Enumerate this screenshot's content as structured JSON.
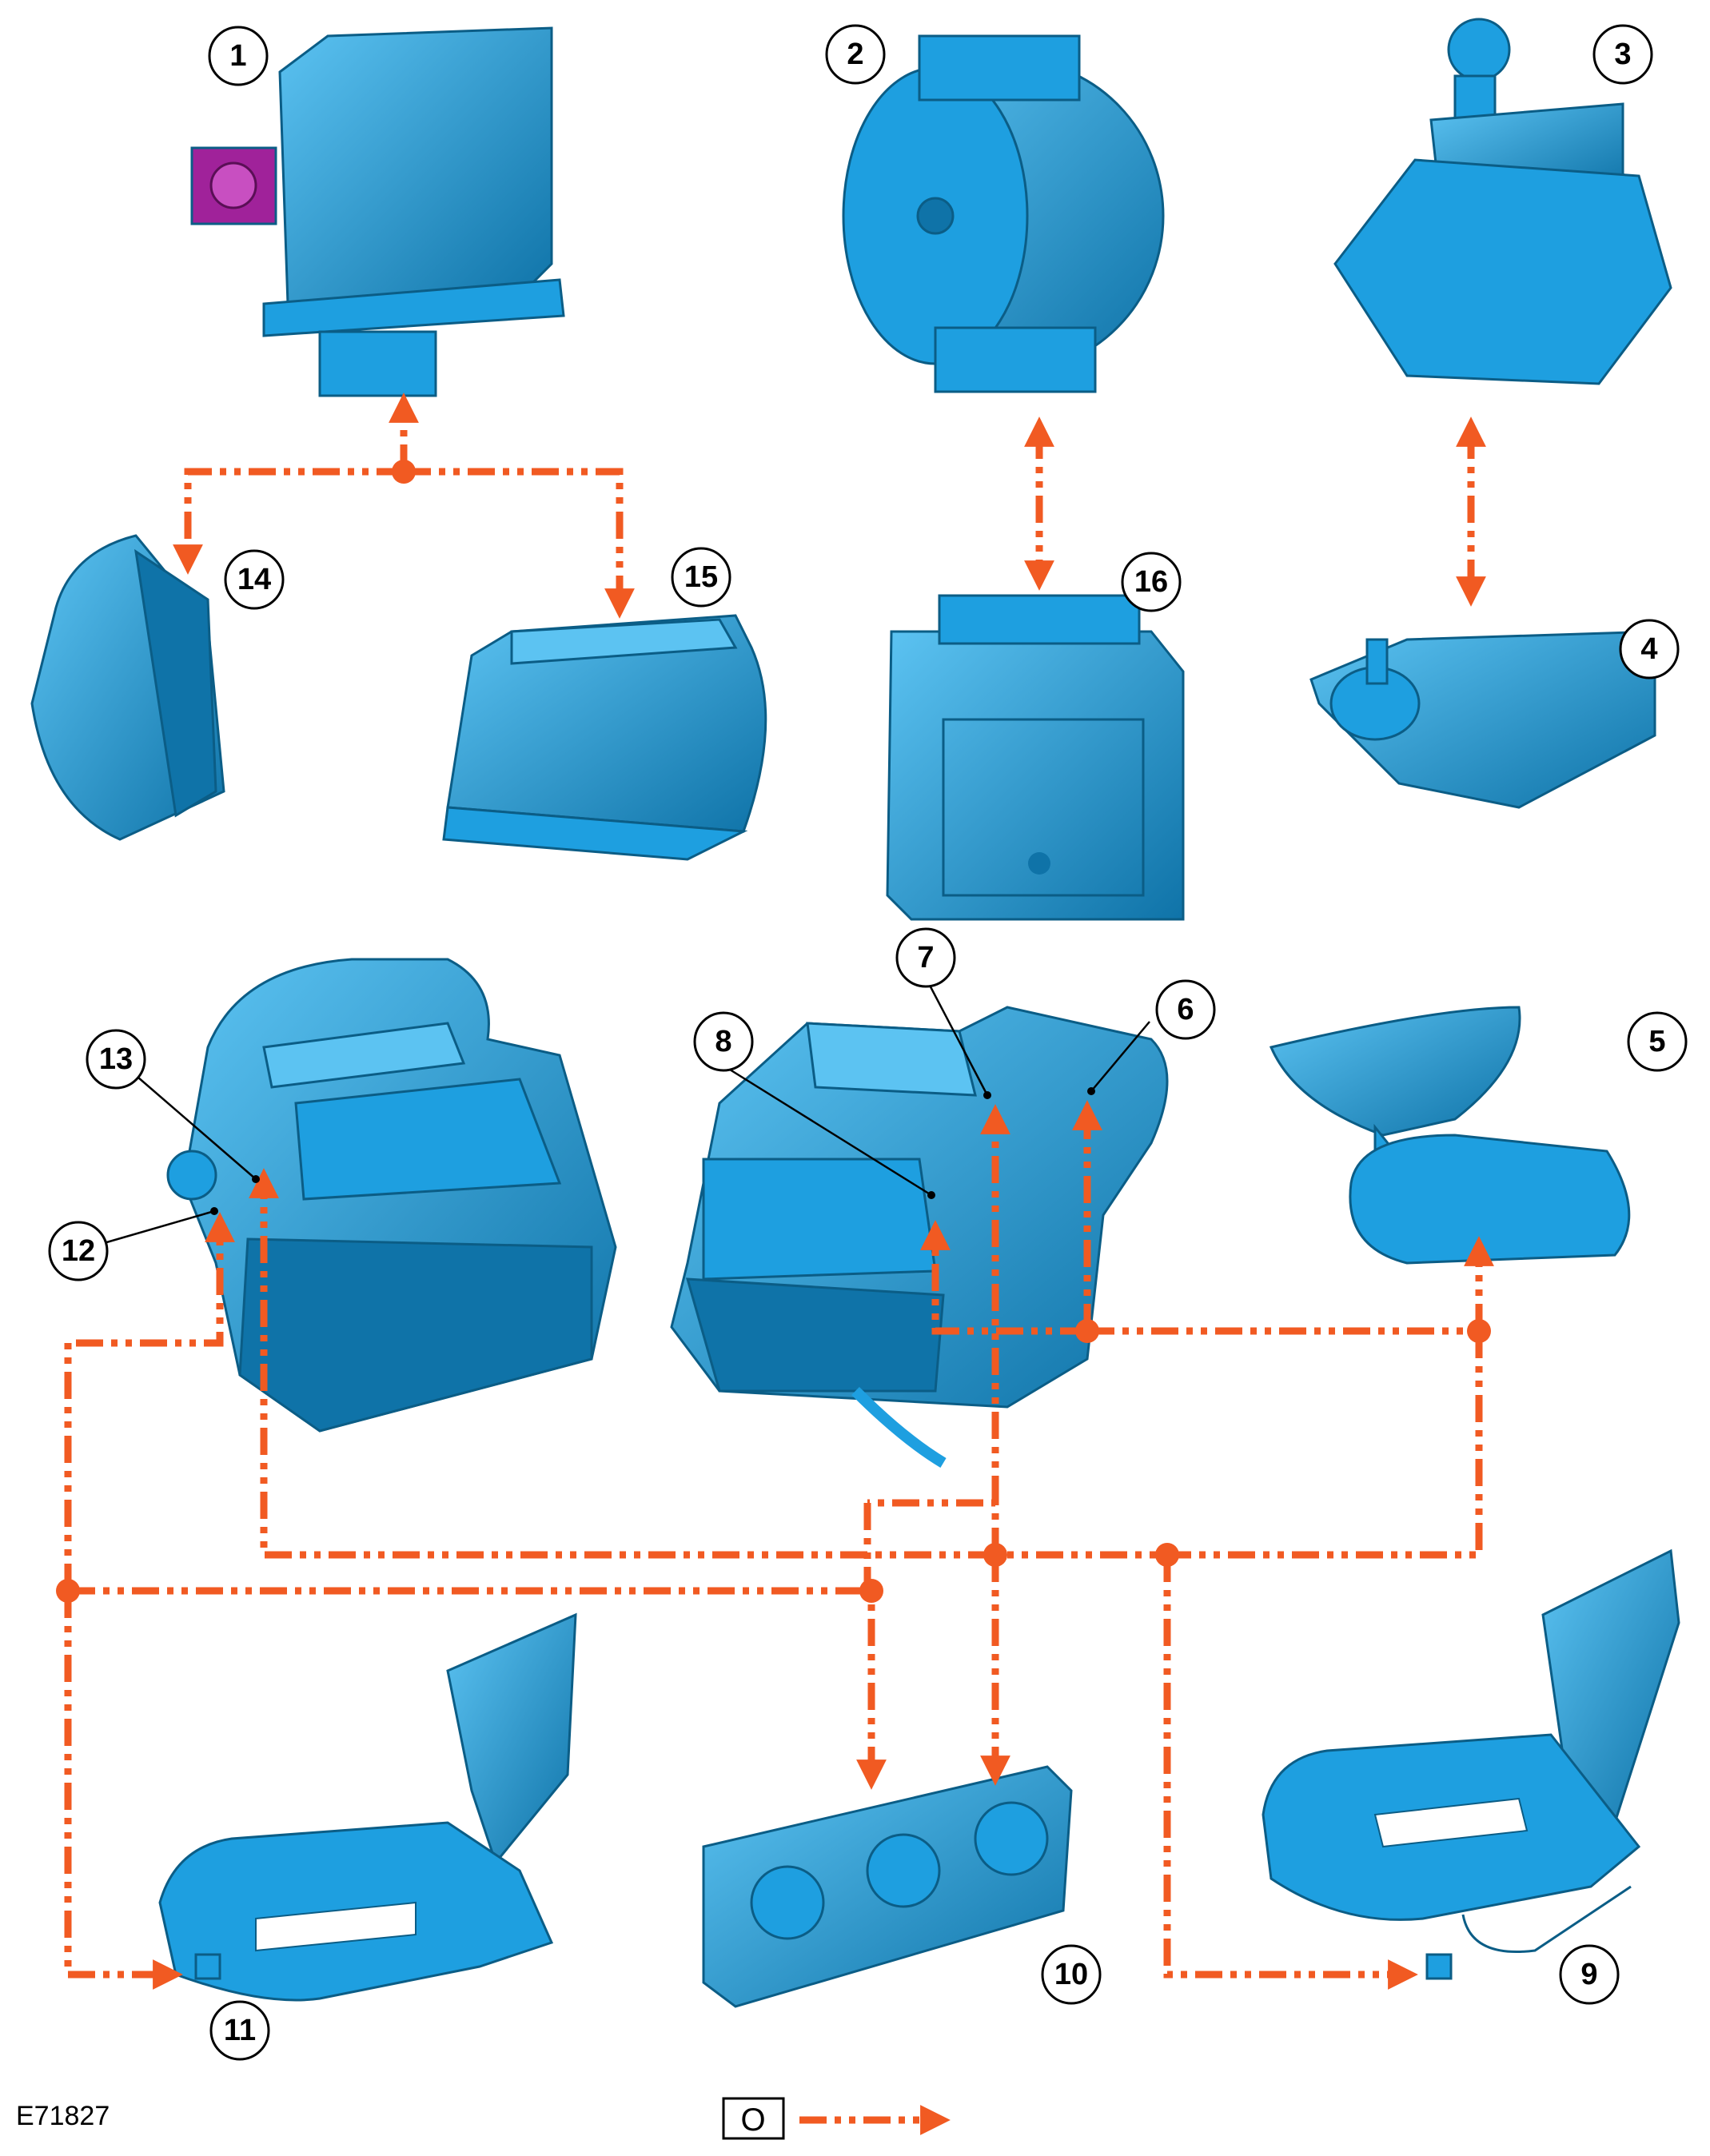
{
  "figure_id": "E71827",
  "legend": {
    "key_label": "O"
  },
  "colors": {
    "component": "#1e9fe0",
    "component_dark": "#0f73a8",
    "component_light": "#5cc3f2",
    "network": "#f15a22",
    "connector": "#a0229a"
  },
  "callouts": [
    "1",
    "2",
    "3",
    "4",
    "5",
    "6",
    "7",
    "8",
    "9",
    "10",
    "11",
    "12",
    "13",
    "14",
    "15",
    "16"
  ]
}
